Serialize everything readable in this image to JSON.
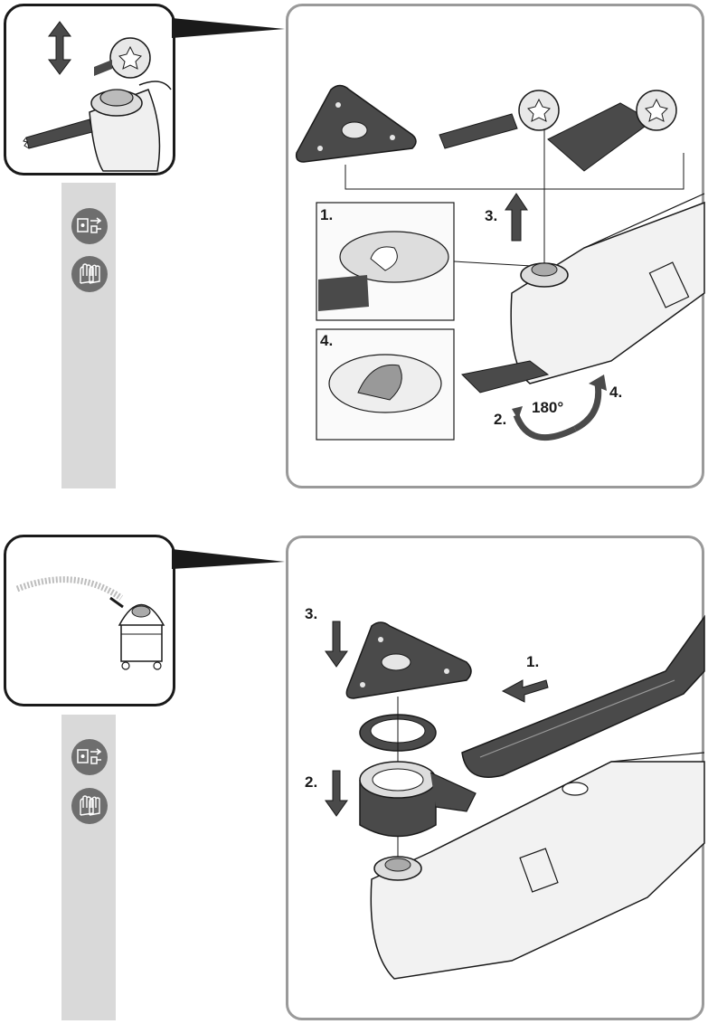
{
  "section1": {
    "steps": [
      "1.",
      "2.",
      "3.",
      "4."
    ],
    "angle": "180°",
    "sidebar_icons": [
      "unplug-power-icon",
      "wear-gloves-icon"
    ]
  },
  "section2": {
    "steps": [
      "1.",
      "2.",
      "3."
    ],
    "sidebar_icons": [
      "unplug-power-icon",
      "wear-gloves-icon"
    ]
  },
  "colors": {
    "outline": "#1a1a1a",
    "panel_border": "#9a9a9a",
    "sidebar": "#d9d9d9",
    "icon_bg": "#6e6e6e",
    "accessory_dark": "#4a4a4a"
  }
}
